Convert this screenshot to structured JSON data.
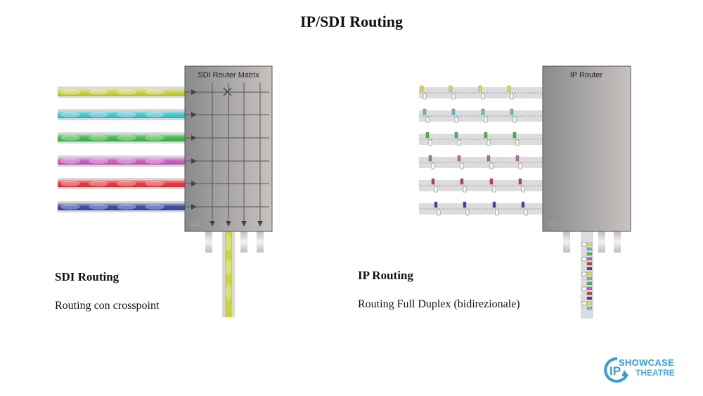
{
  "title": "IP/SDI Routing",
  "sdi": {
    "box_label": "SDI Router Matrix",
    "box_watermark": "Q3",
    "heading": "SDI Routing",
    "description": "Routing con crosspoint",
    "input_colors": [
      "#c8d43a",
      "#3fc4cf",
      "#3cb84a",
      "#c95bbf",
      "#e5343a",
      "#3547a8"
    ],
    "output_color": "#c8d43a"
  },
  "ip": {
    "box_label": "IP Router",
    "box_watermark": "Q3",
    "heading": "IP Routing",
    "description": "Routing Full Duplex (bidirezionale)",
    "packet_colors": [
      "#e8e03a",
      "#56c6d6",
      "#4cb84a",
      "#c060b8",
      "#d8383a",
      "#3547a8"
    ]
  },
  "logo": {
    "line1": "SHOWCASE",
    "line2": "THEATRE",
    "mark": "IP",
    "color": "#3a9bd5"
  }
}
